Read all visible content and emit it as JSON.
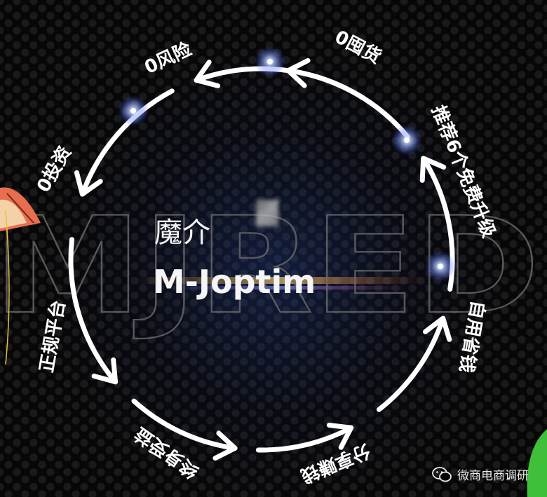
{
  "background_word": "MJRED",
  "center": {
    "name_cn": "魔介",
    "name_en": "M-Joptim"
  },
  "cycle_labels": [
    {
      "text": "0囤货"
    },
    {
      "text": "推荐6个免费升级"
    },
    {
      "text": "自用省钱"
    },
    {
      "text": "分享赚钱"
    },
    {
      "text": "终身受益"
    },
    {
      "text": "正规平台"
    },
    {
      "text": "0投资"
    },
    {
      "text": "0风险"
    }
  ],
  "watermark": {
    "text": "微商电商调研",
    "icon": "wechat-icon"
  },
  "colors": {
    "background": "#050505",
    "arrow": "#ffffff",
    "glow": "#9fb8ff"
  }
}
